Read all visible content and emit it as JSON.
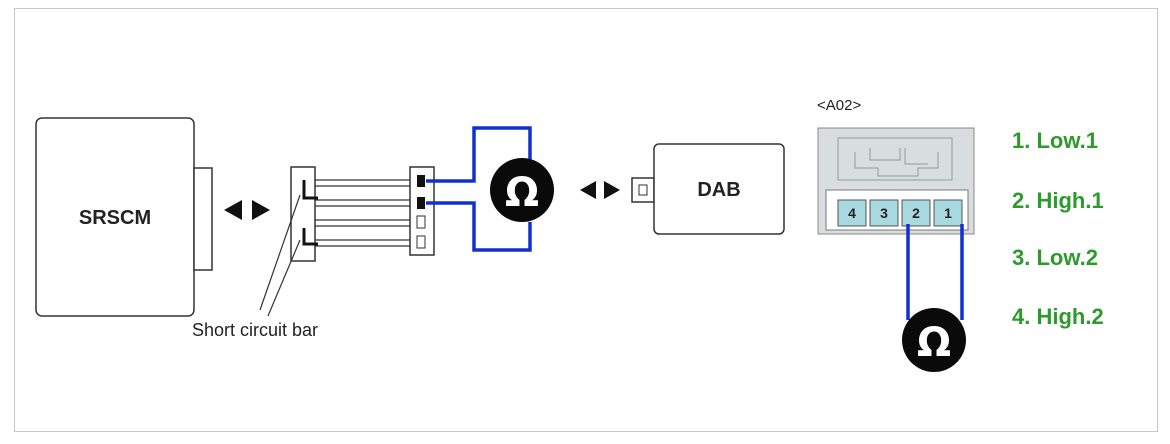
{
  "srscm_label": "SRSCM",
  "dab_label": "DAB",
  "short_bar_label": "Short circuit bar",
  "connector_label": "<A02>",
  "ohm_symbol": "Ω",
  "pin_numbers": [
    "4",
    "3",
    "2",
    "1"
  ],
  "pin_legend": [
    "1. Low.1",
    "2. High.1",
    "3. Low.2",
    "4. High.2"
  ],
  "colors": {
    "wire_blue": "#1030d0",
    "legend_green": "#2e9a2e",
    "pin_fill": "#a8d8e0"
  }
}
